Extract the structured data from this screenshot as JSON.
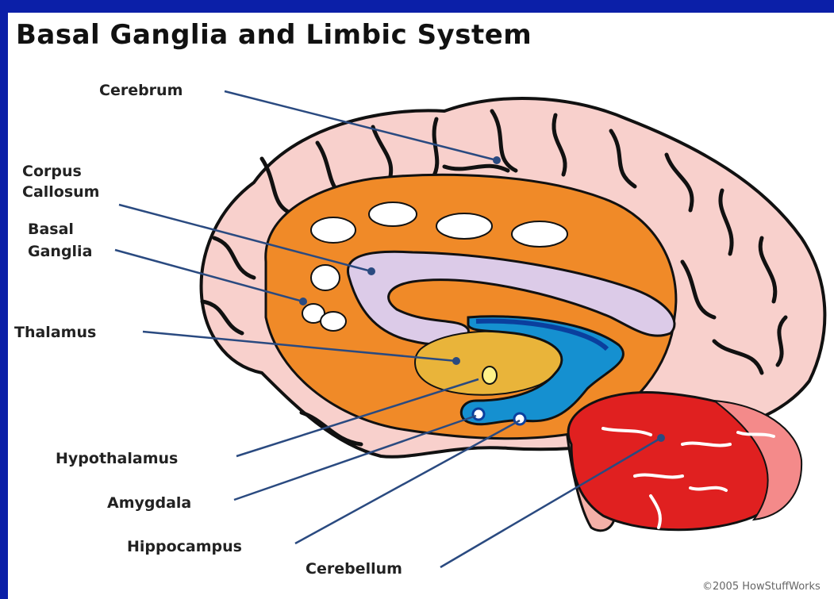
{
  "title": "Basal Ganglia and Limbic System",
  "labels": {
    "cerebrum": "Cerebrum",
    "corpus_line1": "Corpus",
    "corpus_line2": "Callosum",
    "basal_line1": "Basal",
    "basal_line2": "Ganglia",
    "thalamus": "Thalamus",
    "hypothalamus": "Hypothalamus",
    "amygdala": "Amygdala",
    "hippocampus": "Hippocampus",
    "cerebellum": "Cerebellum"
  },
  "credit": "©2005 HowStuffWorks",
  "colors": {
    "background": "#0b1fa8",
    "cerebrum": "#f8d0cc",
    "basal_ganglia": "#f08a28",
    "corpus_callosum": "#dccbe8",
    "thalamus": "#e9b43a",
    "hippocampus": "#1590d0",
    "cerebellum": "#e02020",
    "leader_line": "#2a4a80"
  }
}
